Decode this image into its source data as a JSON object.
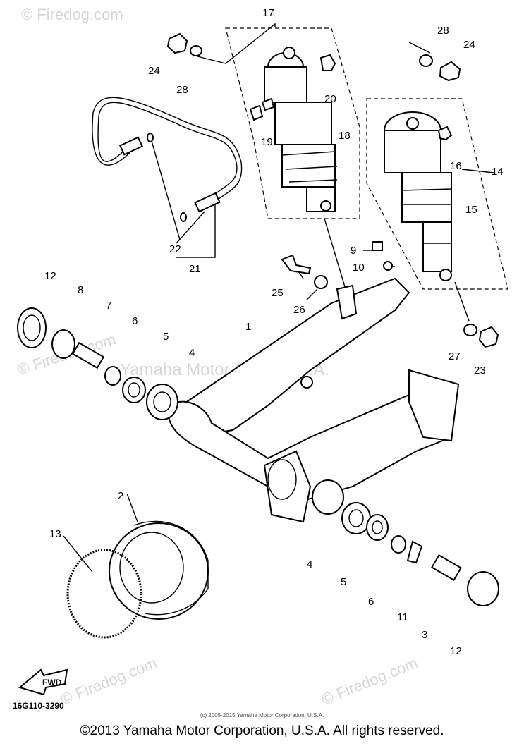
{
  "watermark": {
    "center_text": "Yamaha Motor Corp, U.S.A.",
    "site_text": "© Firedog.com"
  },
  "callouts": [
    "1",
    "2",
    "3",
    "4",
    "4",
    "5",
    "5",
    "6",
    "6",
    "7",
    "8",
    "9",
    "10",
    "11",
    "12",
    "12",
    "13",
    "14",
    "15",
    "16",
    "17",
    "18",
    "19",
    "20",
    "21",
    "22",
    "23",
    "24",
    "24",
    "25",
    "26",
    "27",
    "28",
    "28"
  ],
  "direction_label": "FWD",
  "part_code": "16G110-3290",
  "small_copyright": "(c) 2005-2015 Yamaha Motor Corporation, U.S.A.",
  "copyright": "©2013 Yamaha Motor Corporation, U.S.A. All rights reserved."
}
